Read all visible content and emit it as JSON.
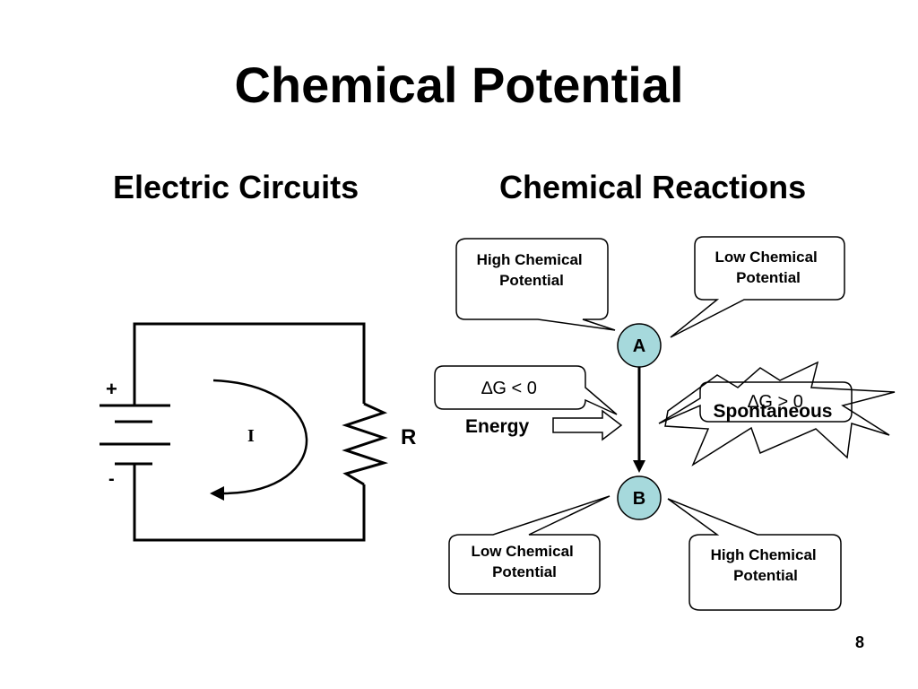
{
  "slide": {
    "title": "Chemical Potential",
    "left_heading": "Electric Circuits",
    "right_heading": "Chemical Reactions",
    "page_number": "8"
  },
  "circuit": {
    "plus_label": "+",
    "minus_label": "-",
    "current_label": "I",
    "resistor_label": "R"
  },
  "reaction": {
    "node_a": "A",
    "node_b": "B",
    "top_left_callout": [
      "High Chemical",
      "Potential"
    ],
    "top_right_callout": [
      "Low Chemical",
      "Potential"
    ],
    "bottom_left_callout": [
      "Low Chemical",
      "Potential"
    ],
    "bottom_right_callout": [
      "High Chemical",
      "Potential"
    ],
    "delta_g_negative": "∆G < 0",
    "delta_g_positive": "∆G > 0",
    "energy_label": "Energy",
    "spontaneous_label": "Spontaneous"
  },
  "colors": {
    "node_fill": "#a6d9dc",
    "stroke": "#000000",
    "background": "#ffffff"
  }
}
